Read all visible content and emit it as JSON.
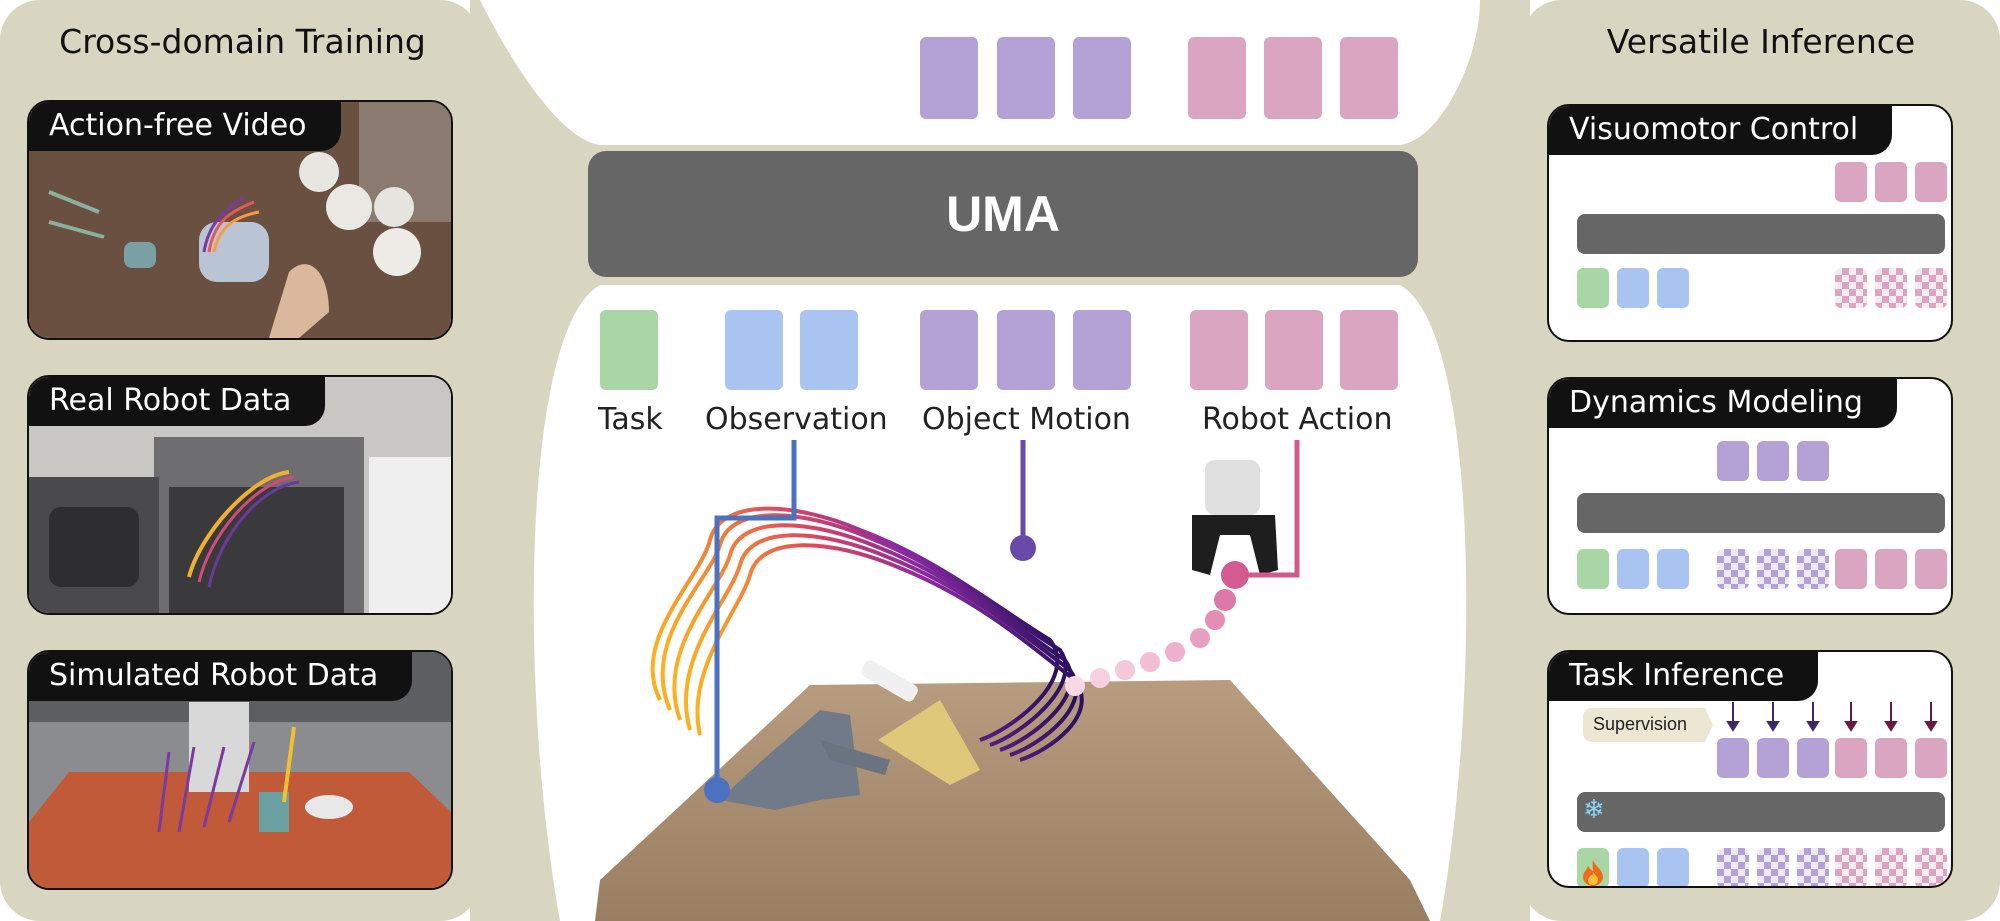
{
  "left_panel": {
    "title": "Cross-domain Training",
    "cards": [
      {
        "label": "Action-free Video"
      },
      {
        "label": "Real Robot Data"
      },
      {
        "label": "Simulated Robot Data"
      }
    ]
  },
  "center": {
    "model_label": "UMA",
    "token_labels": {
      "task": "Task",
      "observation": "Observation",
      "object_motion": "Object Motion",
      "robot_action": "Robot Action"
    }
  },
  "right_panel": {
    "title": "Versatile Inference",
    "cards": [
      {
        "label": "Visuomotor Control"
      },
      {
        "label": "Dynamics Modeling"
      },
      {
        "label": "Task Inference",
        "supervision_label": "Supervision"
      }
    ]
  },
  "colors": {
    "task": "#a9d6a4",
    "observation": "#a9c4f1",
    "object_motion": "#b4a2d6",
    "robot_action": "#d9a5c1",
    "model": "#666666",
    "panel": "#d8d5c0"
  },
  "icons": [
    "snowflake-icon",
    "fire-icon",
    "arrow-down-icon"
  ]
}
